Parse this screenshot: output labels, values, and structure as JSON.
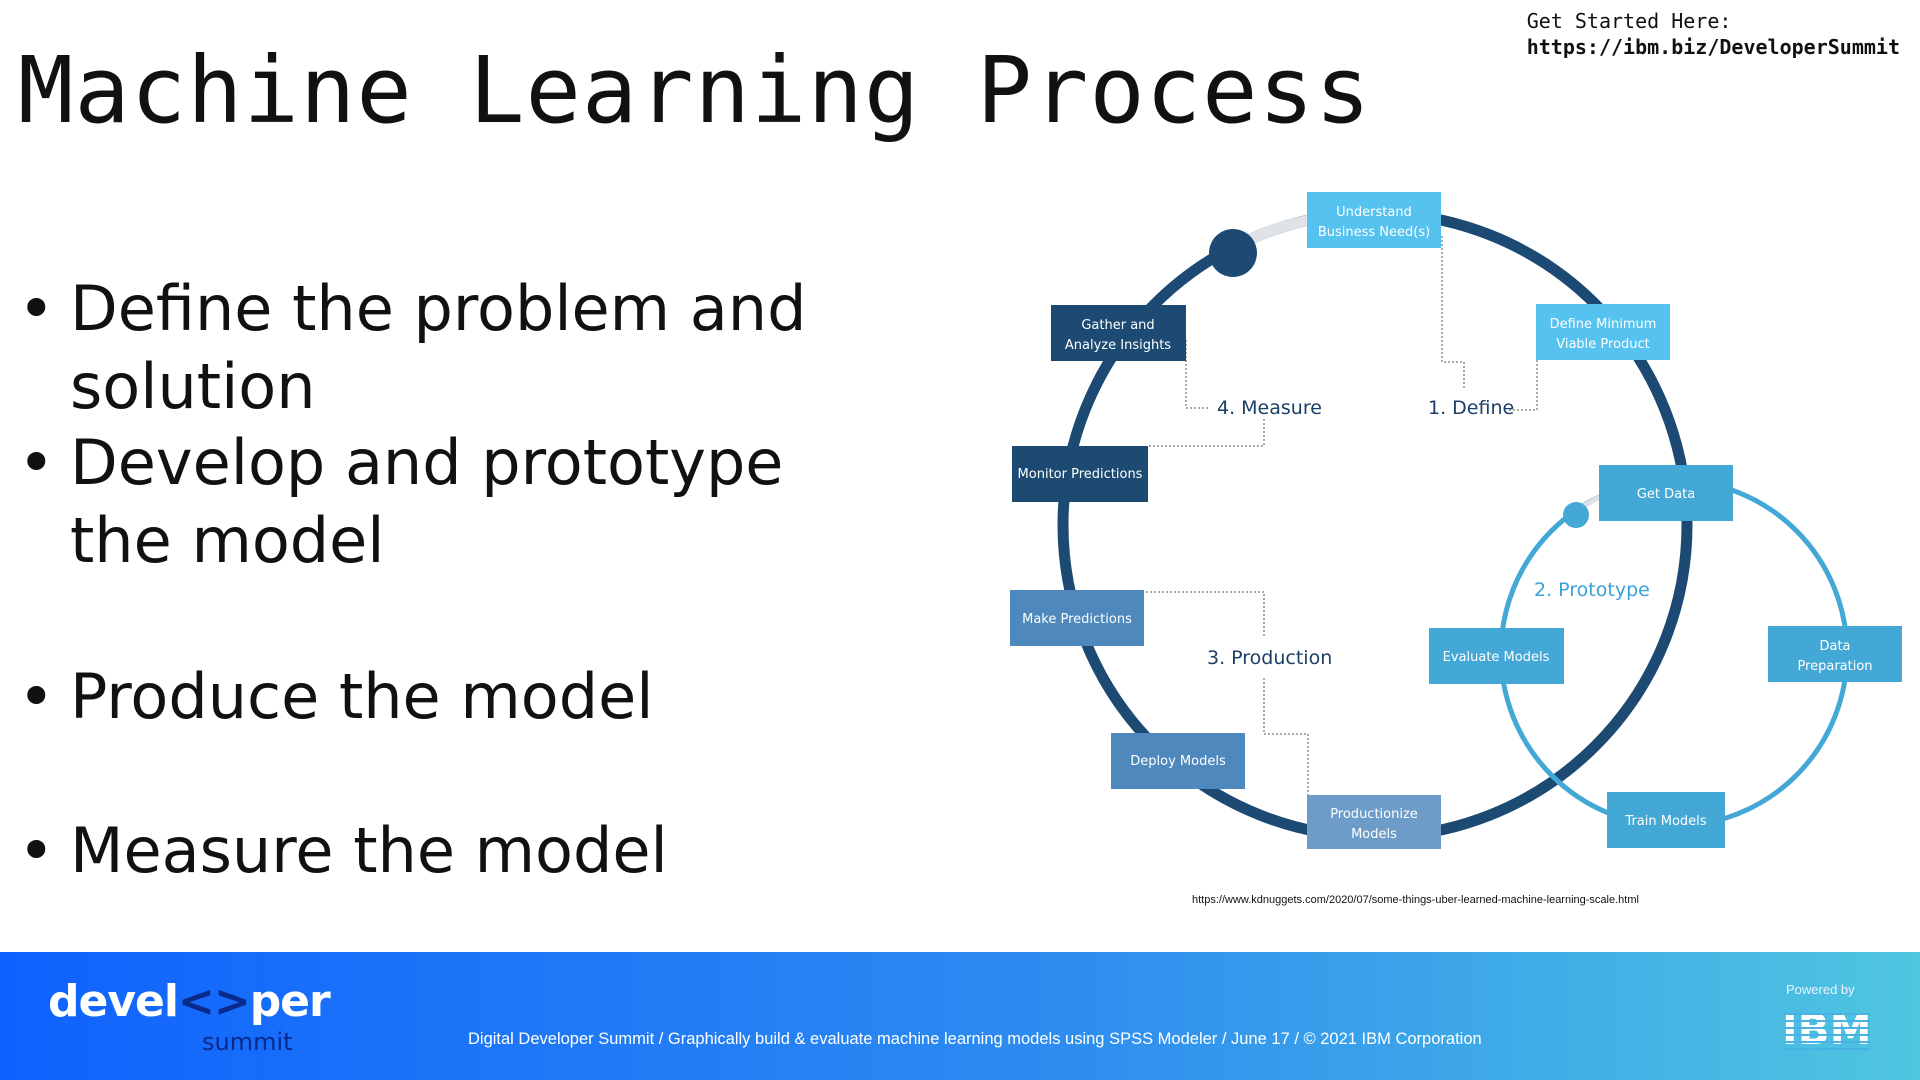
{
  "slide": {
    "title": "Machine Learning Process",
    "get_started_label": "Get Started Here:",
    "get_started_url": "https://ibm.biz/DeveloperSummit"
  },
  "bullets": [
    {
      "bullet": "•",
      "text": "Define the problem and solution"
    },
    {
      "bullet": "•",
      "text": "Develop and prototype the model"
    },
    {
      "bullet": "•",
      "text": "Produce the model"
    },
    {
      "bullet": "•",
      "text": "Measure the model"
    }
  ],
  "diagram": {
    "colors": {
      "dark_navy": "#1c4a72",
      "medium_blue": "#3a8fd0",
      "light_blue": "#56c2ef",
      "prototype_ring": "#44a8d6",
      "faded_segment": "#dfe3e8"
    },
    "phases": {
      "define": "1. Define",
      "prototype": "2. Prototype",
      "production": "3. Production",
      "measure": "4. Measure"
    },
    "steps": {
      "understand": [
        "Understand",
        "Business Need(s)"
      ],
      "mvp": [
        "Define Minimum",
        "Viable Product"
      ],
      "get_data": "Get Data",
      "data_prep": [
        "Data",
        "Preparation"
      ],
      "train": "Train Models",
      "evaluate": "Evaluate Models",
      "productionize": [
        "Productionize",
        "Models"
      ],
      "deploy": "Deploy Models",
      "make_predictions": "Make Predictions",
      "monitor": "Monitor Predictions",
      "gather": [
        "Gather and",
        "Analyze Insights"
      ]
    },
    "source_url": "https://www.kdnuggets.com/2020/07/some-things-uber-learned-machine-learning-scale.html"
  },
  "footer": {
    "logo_left": "devel",
    "logo_icon": "<>",
    "logo_right": "per",
    "logo_sub": "summit",
    "text": "Digital Developer Summit / Graphically build & evaluate machine learning models using SPSS Modeler / June 17 / © 2021 IBM Corporation",
    "powered_by": "Powered by",
    "ibm": "IBM"
  }
}
